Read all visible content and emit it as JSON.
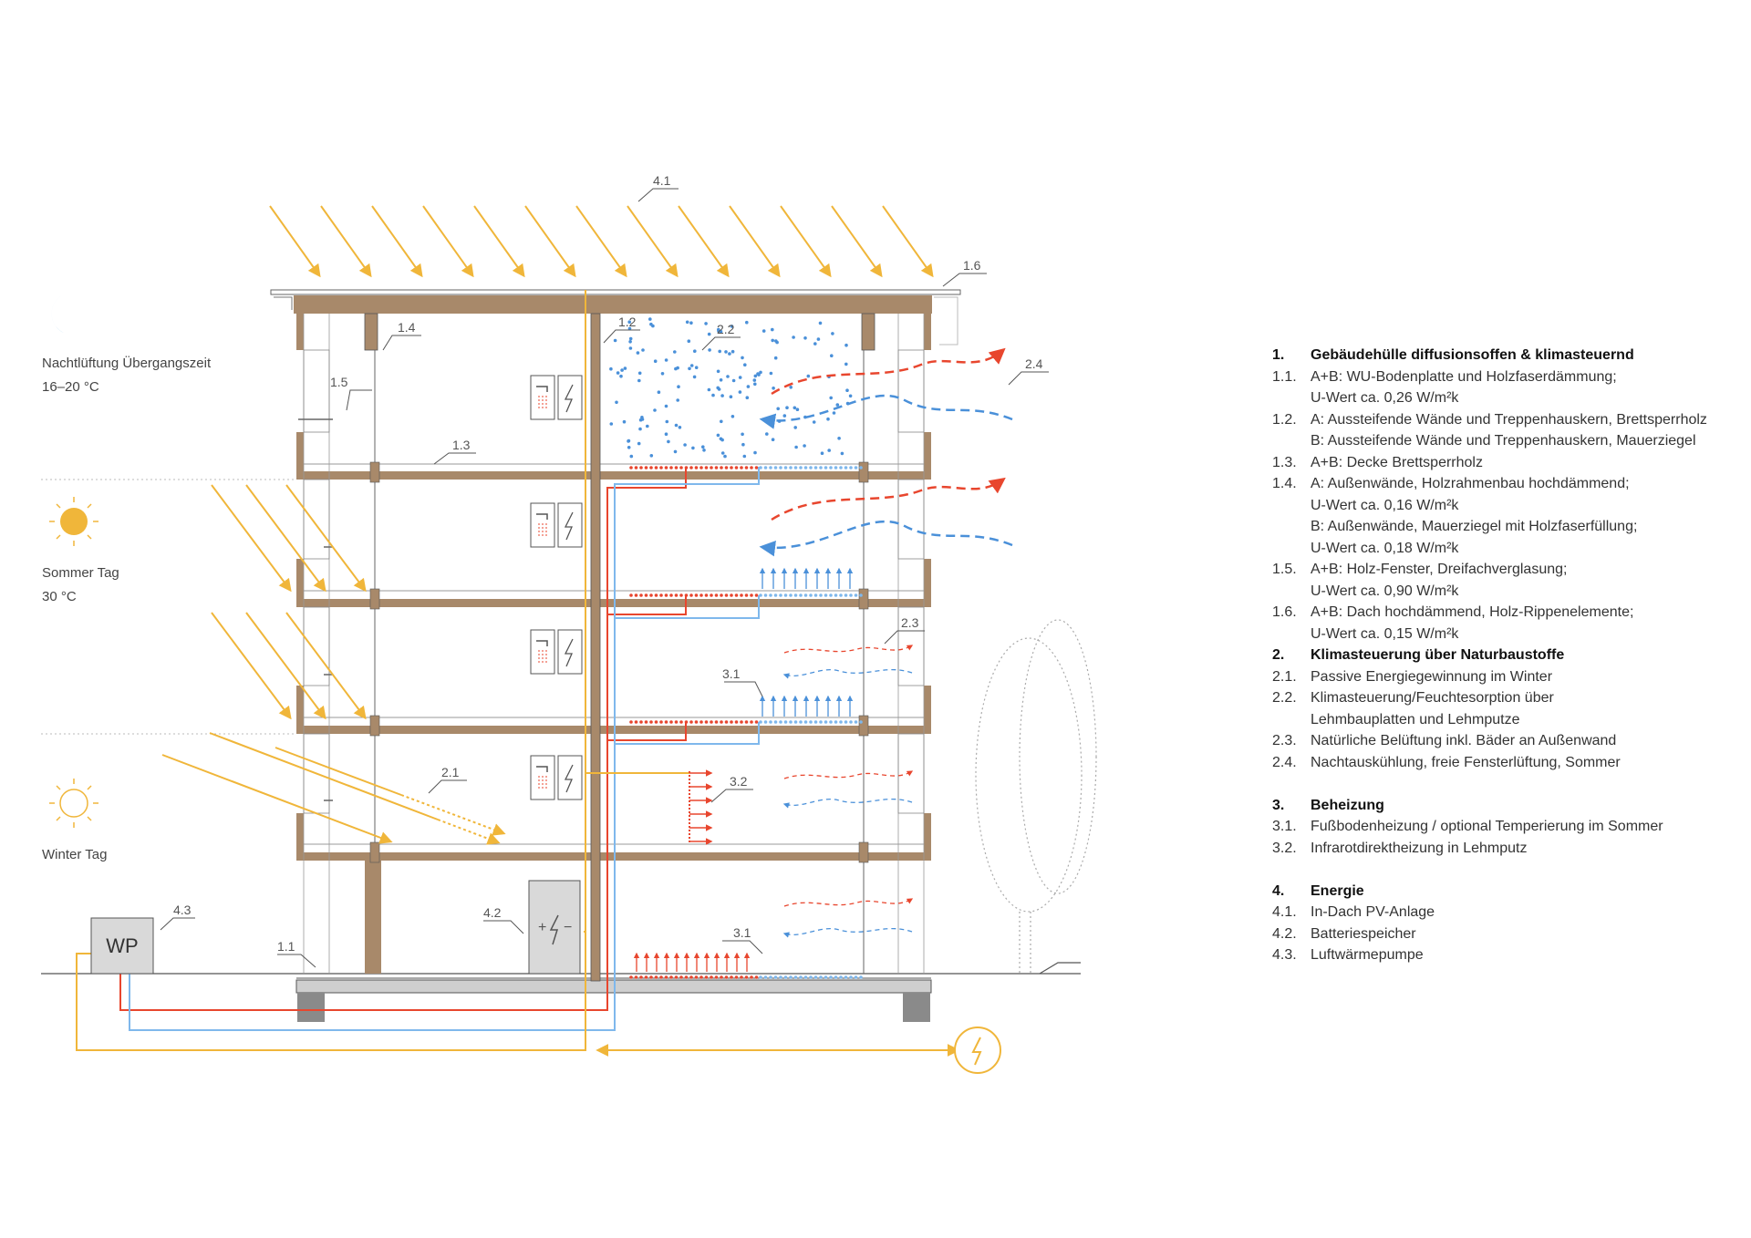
{
  "labels": {
    "l41": "4.1",
    "l16": "1.6",
    "l14": "1.4",
    "l12": "1.2",
    "l22": "2.2",
    "l24": "2.4",
    "l15": "1.5",
    "l13": "1.3",
    "l23": "2.3",
    "l31a": "3.1",
    "l21": "2.1",
    "l32": "3.2",
    "l43": "4.3",
    "l42": "4.2",
    "l11": "1.1",
    "l31b": "3.1"
  },
  "wp_label": "WP",
  "conditions": {
    "night_title": "Nachtlüftung Übergangszeit",
    "night_temp": "16–20 °C",
    "summer_title": "Sommer Tag",
    "summer_temp": "30 °C",
    "winter_title": "Winter Tag"
  },
  "legend": [
    {
      "num": "1.",
      "text": "Gebäudehülle diffusionsoffen & klimasteuernd",
      "head": true
    },
    {
      "num": "1.1.",
      "text": "A+B: WU-Bodenplatte und Holzfaserdämmung;"
    },
    {
      "num": "",
      "text": "U-Wert ca. 0,26 W/m²k"
    },
    {
      "num": "1.2.",
      "text": "A: Aussteifende Wände und Treppenhauskern, Brettsperrholz"
    },
    {
      "num": "",
      "text": "B: Aussteifende Wände und Treppenhauskern, Mauerziegel"
    },
    {
      "num": "1.3.",
      "text": "A+B: Decke Brettsperrholz"
    },
    {
      "num": "1.4.",
      "text": "A: Außenwände, Holzrahmenbau hochdämmend;"
    },
    {
      "num": "",
      "text": "U-Wert ca. 0,16 W/m²k"
    },
    {
      "num": "",
      "text": "B: Außenwände, Mauerziegel mit Holzfaserfüllung;"
    },
    {
      "num": "",
      "text": "U-Wert ca. 0,18 W/m²k"
    },
    {
      "num": "1.5.",
      "text": "A+B: Holz-Fenster, Dreifachverglasung;"
    },
    {
      "num": "",
      "text": "U-Wert ca. 0,90 W/m²k"
    },
    {
      "num": "1.6.",
      "text": "A+B: Dach hochdämmend, Holz-Rippenelemente;"
    },
    {
      "num": "",
      "text": "U-Wert ca. 0,15 W/m²k"
    },
    {
      "num": "2.",
      "text": "Klimasteuerung über Naturbaustoffe",
      "head": true
    },
    {
      "num": "2.1.",
      "text": "Passive Energiegewinnung im Winter"
    },
    {
      "num": "2.2.",
      "text": "Klimasteuerung/Feuchtesorption über"
    },
    {
      "num": "",
      "text": "Lehmbauplatten und Lehmputze"
    },
    {
      "num": "2.3.",
      "text": "Natürliche Belüftung inkl. Bäder an Außenwand"
    },
    {
      "num": "2.4.",
      "text": "Nachtauskühlung, freie Fensterlüftung, Sommer"
    },
    {
      "gap": true
    },
    {
      "num": "3.",
      "text": "Beheizung",
      "head": true
    },
    {
      "num": "3.1.",
      "text": "Fußbodenheizung / optional Temperierung im Sommer"
    },
    {
      "num": "3.2.",
      "text": "Infrarotdirektheizung in Lehmputz"
    },
    {
      "gap": true
    },
    {
      "num": "4.",
      "text": "Energie",
      "head": true
    },
    {
      "num": "4.1.",
      "text": "In-Dach PV-Anlage"
    },
    {
      "num": "4.2.",
      "text": "Batteriespeicher"
    },
    {
      "num": "4.3.",
      "text": "Luftwärmepumpe"
    }
  ],
  "colors": {
    "sun": "#f0b63a",
    "wood": "#a8896a",
    "warm": "#e8462e",
    "cool": "#4a90d9",
    "grey": "#cfcfcf",
    "dark": "#4a4a4a",
    "moon": "#7dbde8"
  }
}
